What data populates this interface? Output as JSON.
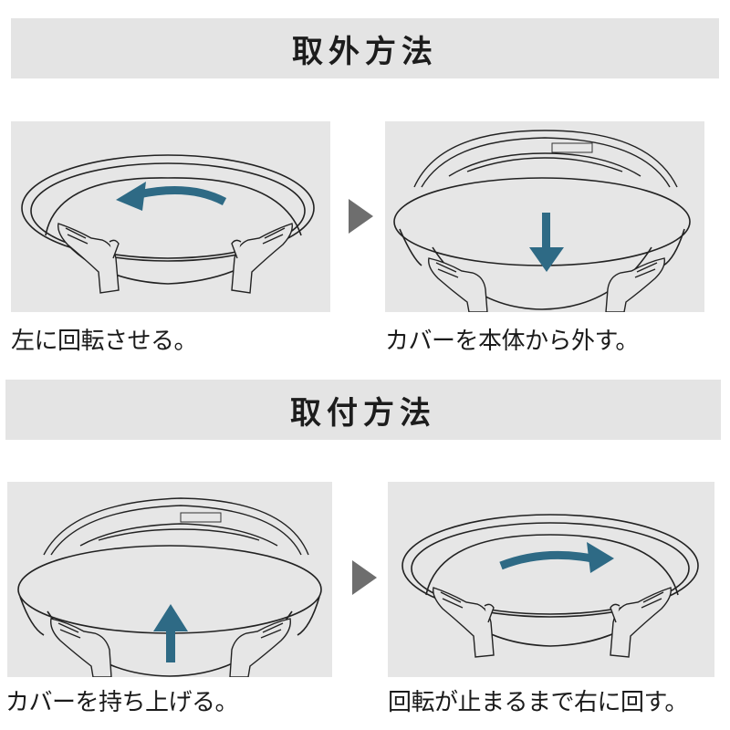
{
  "sections": {
    "remove": {
      "title": "取外方法",
      "steps": [
        {
          "caption": "左に回転させる。",
          "arrow": "rotate-left"
        },
        {
          "caption": "カバーを本体から外す。",
          "arrow": "down"
        }
      ]
    },
    "install": {
      "title": "取付方法",
      "steps": [
        {
          "caption": "カバーを持ち上げる。",
          "arrow": "up"
        },
        {
          "caption": "回転が止まるまで右に回す。",
          "arrow": "rotate-right"
        }
      ]
    }
  },
  "colors": {
    "banner_bg": "#e4e4e4",
    "panel_bg": "#e6e6e6",
    "arrow": "#2e6a85",
    "step_triangle": "#6e6e6e",
    "text": "#1a1a1a"
  }
}
